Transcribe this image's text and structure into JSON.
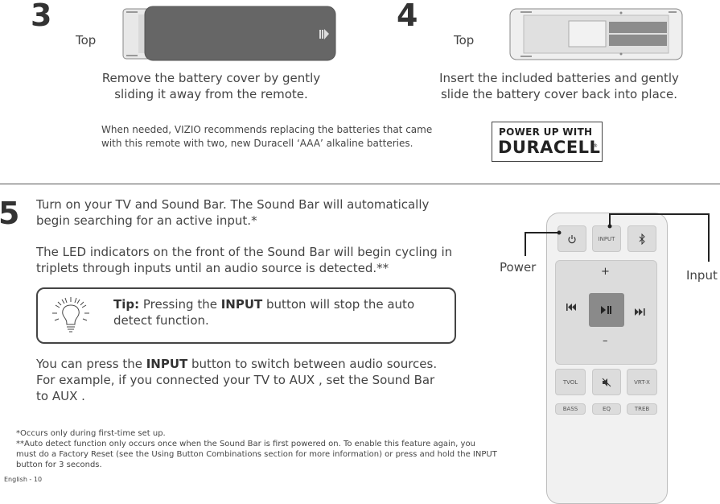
{
  "step3": {
    "number": "3",
    "top_label": "Top",
    "caption_line1": "Remove the battery cover by gently",
    "caption_line2": "sliding it away from the remote."
  },
  "step4": {
    "number": "4",
    "top_label": "Top",
    "caption_line1": "Insert the included batteries and gently",
    "caption_line2": "slide the battery cover back into place."
  },
  "battery_note": {
    "line1": "When needed, VIZIO recommends replacing the batteries that came",
    "line2": "with this remote with two, new Duracell ‘AAA’ alkaline batteries."
  },
  "duracell_logo": {
    "line1": "POWER UP WITH",
    "line2": "DURACELL",
    "mark": "®"
  },
  "step5": {
    "number": "5",
    "para1_line1": "Turn on your TV and Sound Bar. The Sound Bar will automatically",
    "para1_line2": "begin searching for an active input.*",
    "para2_line1": "The LED indicators on the front of the Sound Bar will begin cycling in",
    "para2_line2": "triplets through inputs until an audio source is detected.**",
    "tip_label": "Tip:",
    "tip_text1": " Pressing the ",
    "tip_bold": "INPUT",
    "tip_text2": " button will stop the auto",
    "tip_line2": "detect function.",
    "para3_pre": "You can press the ",
    "para3_bold": "INPUT",
    "para3_post": " button to switch between audio sources.",
    "para3_line2": "For example, if you connected your TV to AUX , set the Sound Bar",
    "para3_line3": "to AUX ."
  },
  "footnotes": {
    "line1": "*Occurs only during first-time set up.",
    "line2": "**Auto detect function only occurs once when the Sound Bar is first powered on. To enable this feature again, you",
    "line3": "must do a Factory Reset (see the Using Button Combinations section for more information) or press and hold the INPUT",
    "line4": "button for 3 seconds."
  },
  "page_footer": "English - 10",
  "remote": {
    "callout_power": "Power",
    "callout_input": "Input",
    "input_btn": "INPUT",
    "plus": "+",
    "minus": "–",
    "tvol_btn": "TVOL",
    "vrtx_btn": "VRT-X",
    "bass_btn": "BASS",
    "eq_btn": "EQ",
    "treb_btn": "TREB"
  }
}
